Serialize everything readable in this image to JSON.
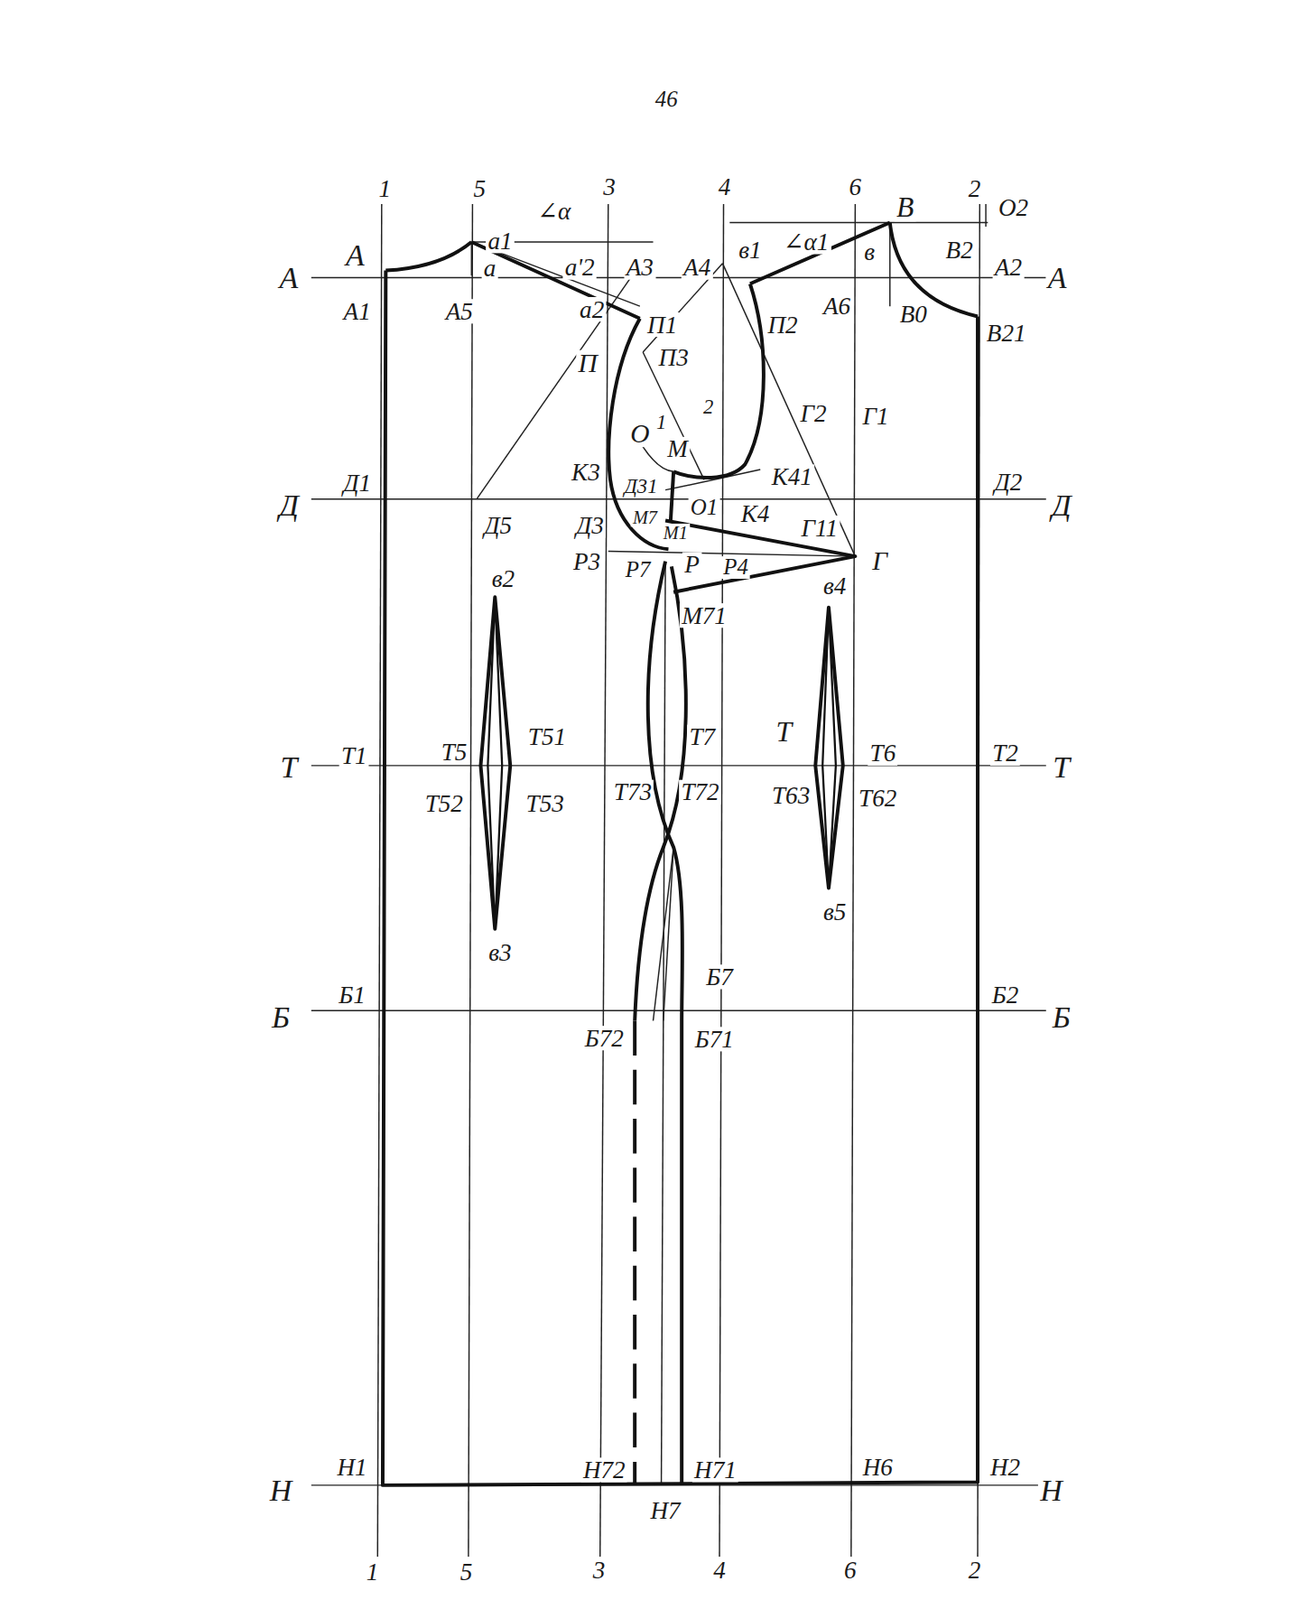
{
  "diagram": {
    "labels": [
      "46",
      "1",
      "5",
      "3",
      "4",
      "6",
      "2",
      "В",
      "О2",
      "а1",
      "∠α",
      "А",
      "А",
      "а",
      "а'2",
      "А3",
      "А4",
      "в1",
      "∠α1",
      "в",
      "В2",
      "А2",
      "А",
      "А1",
      "А5",
      "а2",
      "П1",
      "П2",
      "А6",
      "В0",
      "В21",
      "П",
      "П3",
      "О",
      "1",
      "2",
      "М",
      "Г2",
      "Г1",
      "К3",
      "Д31",
      "К41",
      "Д1",
      "Д2",
      "Д",
      "Д",
      "Д5",
      "Д3",
      "М7",
      "М1",
      "О1",
      "К4",
      "Г11",
      "Р3",
      "Р7",
      "Р",
      "Р4",
      "Г",
      "в4",
      "в2",
      "М71",
      "Т1",
      "Т5",
      "Т51",
      "Т7",
      "Т",
      "Т6",
      "Т2",
      "Т",
      "Т",
      "Т52",
      "Т53",
      "Т73",
      "Т72",
      "Т63",
      "Т62",
      "в3",
      "в5",
      "Б7",
      "Б1",
      "Б2",
      "Б",
      "Б",
      "Б72",
      "Б71",
      "Н1",
      "Н72",
      "Н71",
      "Н6",
      "Н2",
      "Н",
      "Н",
      "Н7",
      "1",
      "5",
      "3",
      "4",
      "6",
      "2"
    ]
  }
}
